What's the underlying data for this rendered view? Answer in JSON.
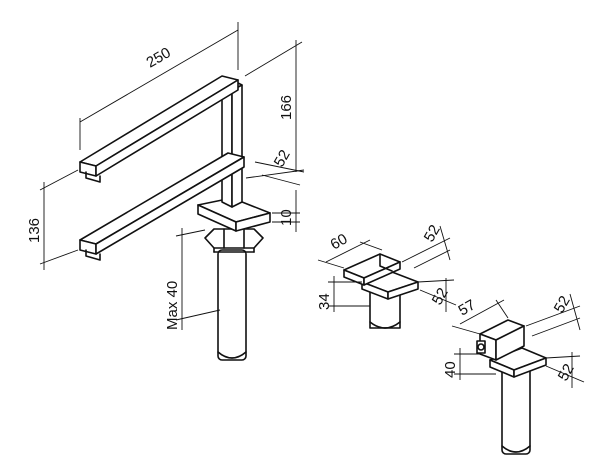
{
  "dimensions": {
    "width_spout": "250",
    "height_spout": "166",
    "base_depth_main": "52",
    "base_height_main": "10",
    "spout_drop": "136",
    "max_thickness": "Max 40",
    "handle_a_width": "60",
    "handle_a_depth_top": "52",
    "handle_a_height": "34",
    "handle_a_depth_bottom": "52",
    "handle_b_width": "57",
    "handle_b_depth_top": "52",
    "handle_b_height": "40",
    "handle_b_depth_bottom": "52"
  }
}
